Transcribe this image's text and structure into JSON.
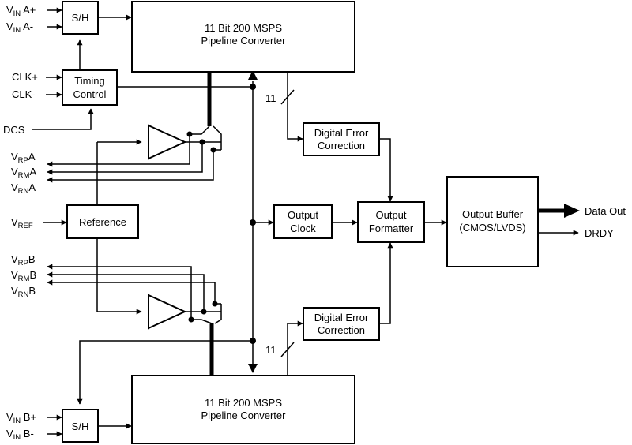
{
  "blocks": {
    "sh_a": {
      "label": "S/H"
    },
    "sh_b": {
      "label": "S/H"
    },
    "timing": {
      "line1": "Timing",
      "line2": "Control"
    },
    "pipe_a": {
      "line1": "11 Bit 200 MSPS",
      "line2": "Pipeline Converter"
    },
    "pipe_b": {
      "line1": "11 Bit 200 MSPS",
      "line2": "Pipeline Converter"
    },
    "dec_a": {
      "line1": "Digital Error",
      "line2": "Correction"
    },
    "dec_b": {
      "line1": "Digital Error",
      "line2": "Correction"
    },
    "reference": {
      "label": "Reference"
    },
    "out_clock": {
      "line1": "Output",
      "line2": "Clock"
    },
    "out_fmt": {
      "line1": "Output",
      "line2": "Formatter"
    },
    "out_buf": {
      "line1": "Output Buffer",
      "line2": "(CMOS/LVDS)"
    }
  },
  "pins": {
    "vin_a_plus": {
      "main": "V",
      "sub": "IN",
      "suffix": " A+"
    },
    "vin_a_minus": {
      "main": "V",
      "sub": "IN",
      "suffix": " A-"
    },
    "clk_plus": {
      "label": "CLK+"
    },
    "clk_minus": {
      "label": "CLK-"
    },
    "dcs": {
      "label": "DCS"
    },
    "vrpa": {
      "main": "V",
      "sub": "RP",
      "suffix": "A"
    },
    "vrma": {
      "main": "V",
      "sub": "RM",
      "suffix": "A"
    },
    "vrna": {
      "main": "V",
      "sub": "RN",
      "suffix": "A"
    },
    "vref": {
      "main": "V",
      "sub": "REF",
      "suffix": ""
    },
    "vrpb": {
      "main": "V",
      "sub": "RP",
      "suffix": "B"
    },
    "vrmb": {
      "main": "V",
      "sub": "RM",
      "suffix": "B"
    },
    "vrnb": {
      "main": "V",
      "sub": "RN",
      "suffix": "B"
    },
    "vin_b_plus": {
      "main": "V",
      "sub": "IN",
      "suffix": " B+"
    },
    "vin_b_minus": {
      "main": "V",
      "sub": "IN",
      "suffix": " B-"
    },
    "data_out": {
      "label": "Data Out"
    },
    "drdy": {
      "label": "DRDY"
    }
  },
  "bus_width_a": "11",
  "bus_width_b": "11"
}
